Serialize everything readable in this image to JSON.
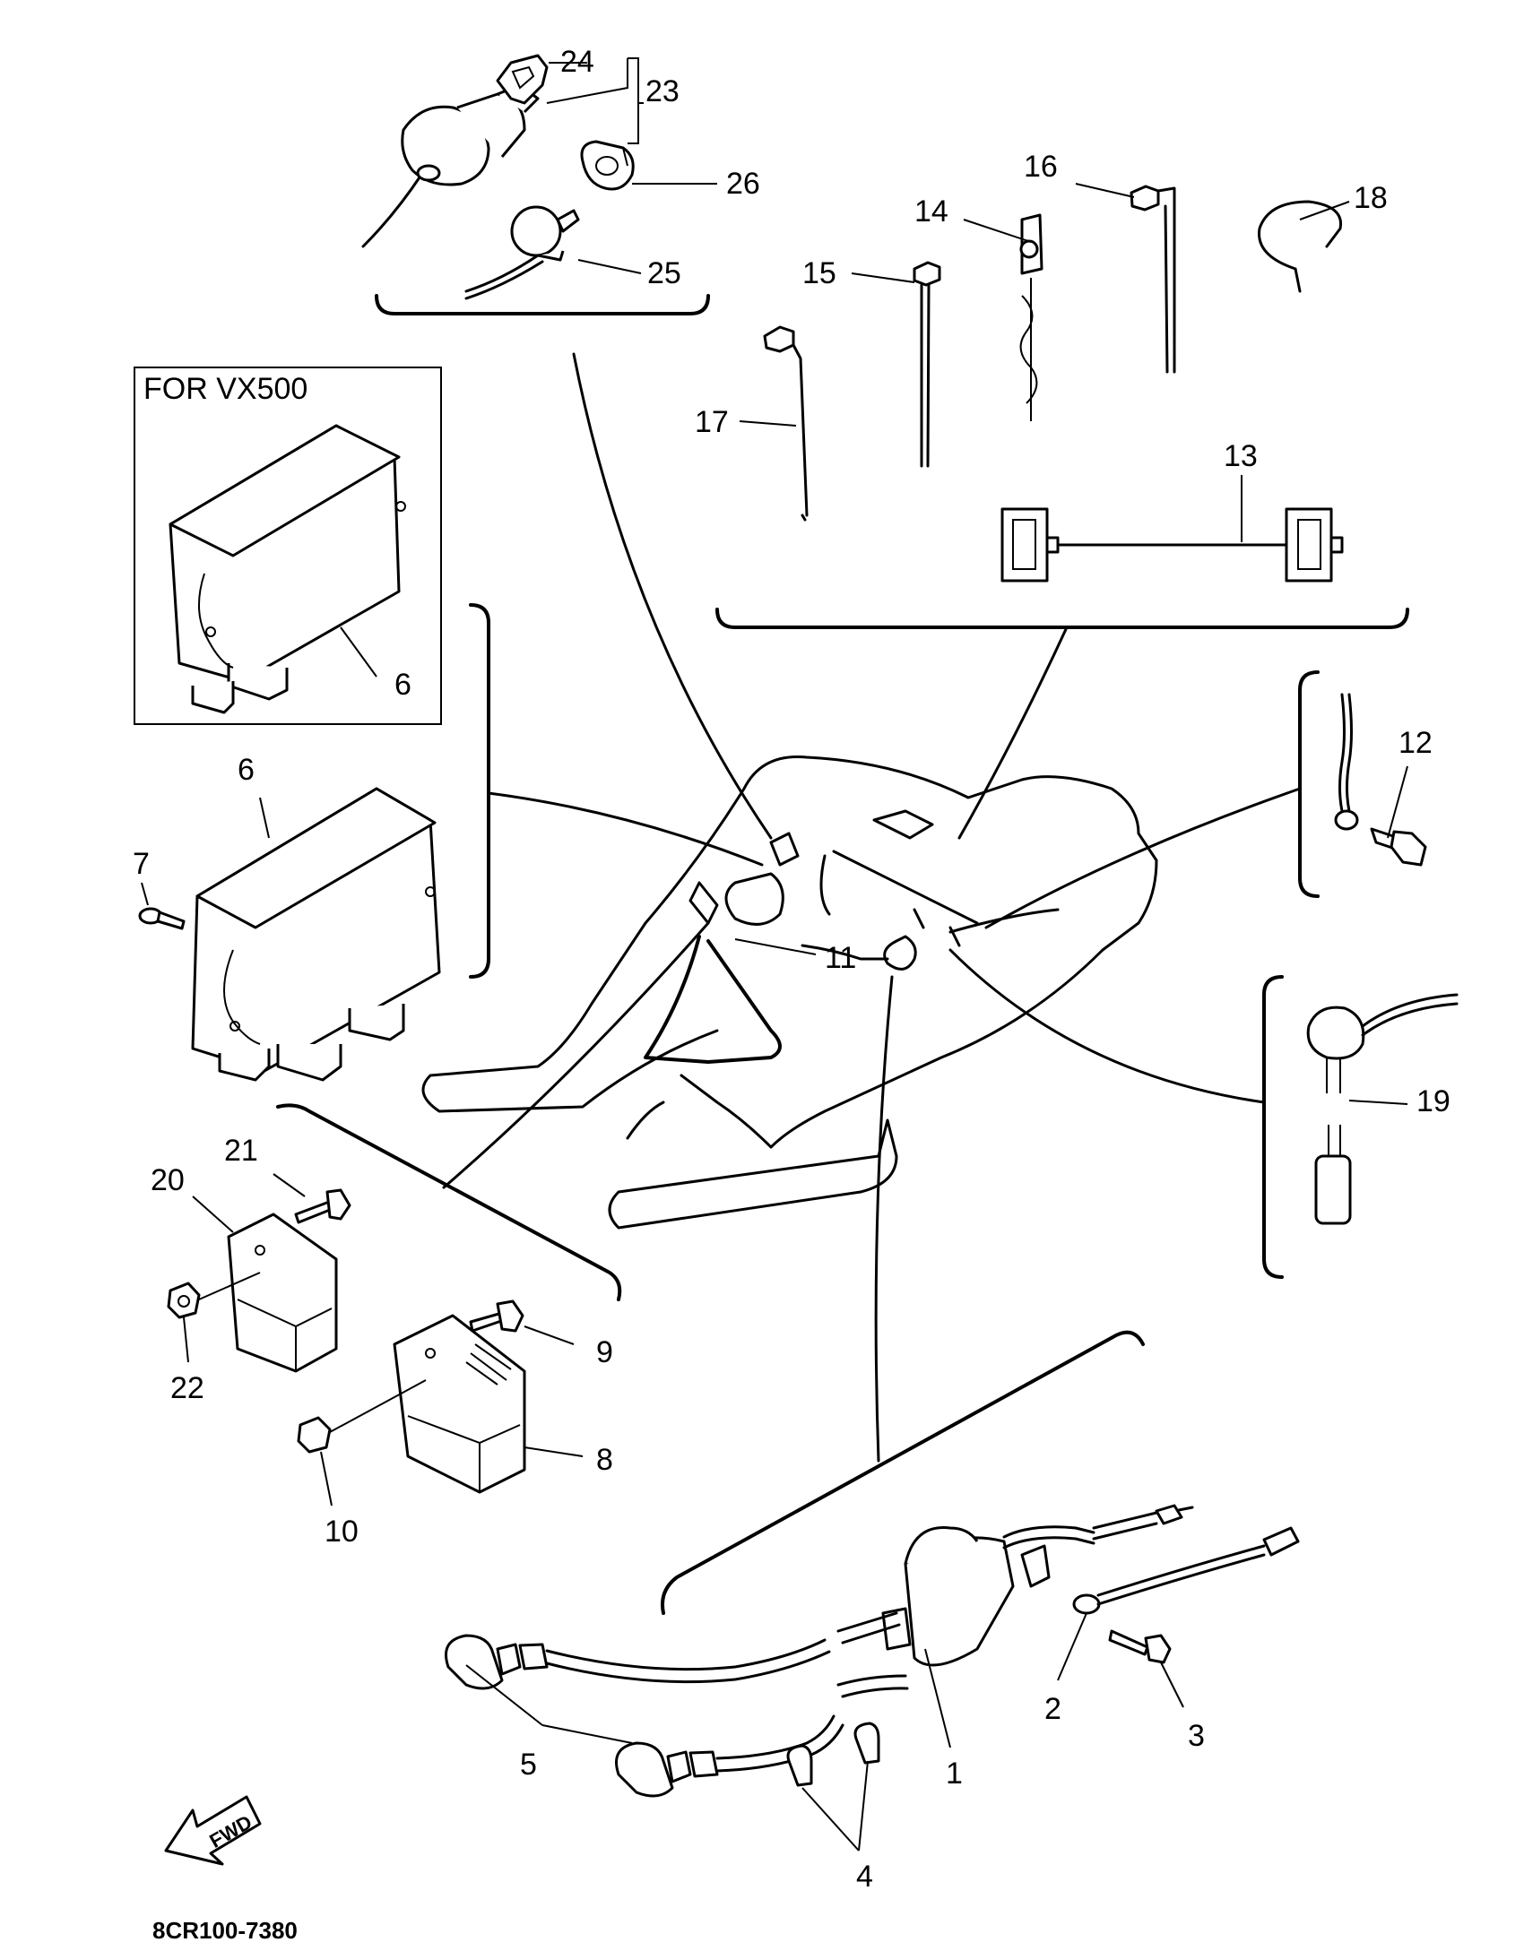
{
  "inset_title": "FOR VX500",
  "drawing_code": "8CR100-7380",
  "fwd_label": "FWD",
  "callouts": [
    "1",
    "2",
    "3",
    "4",
    "5",
    "6",
    "6",
    "7",
    "8",
    "9",
    "10",
    "11",
    "12",
    "13",
    "14",
    "15",
    "16",
    "17",
    "18",
    "19",
    "20",
    "21",
    "22",
    "23",
    "24",
    "25",
    "26"
  ]
}
